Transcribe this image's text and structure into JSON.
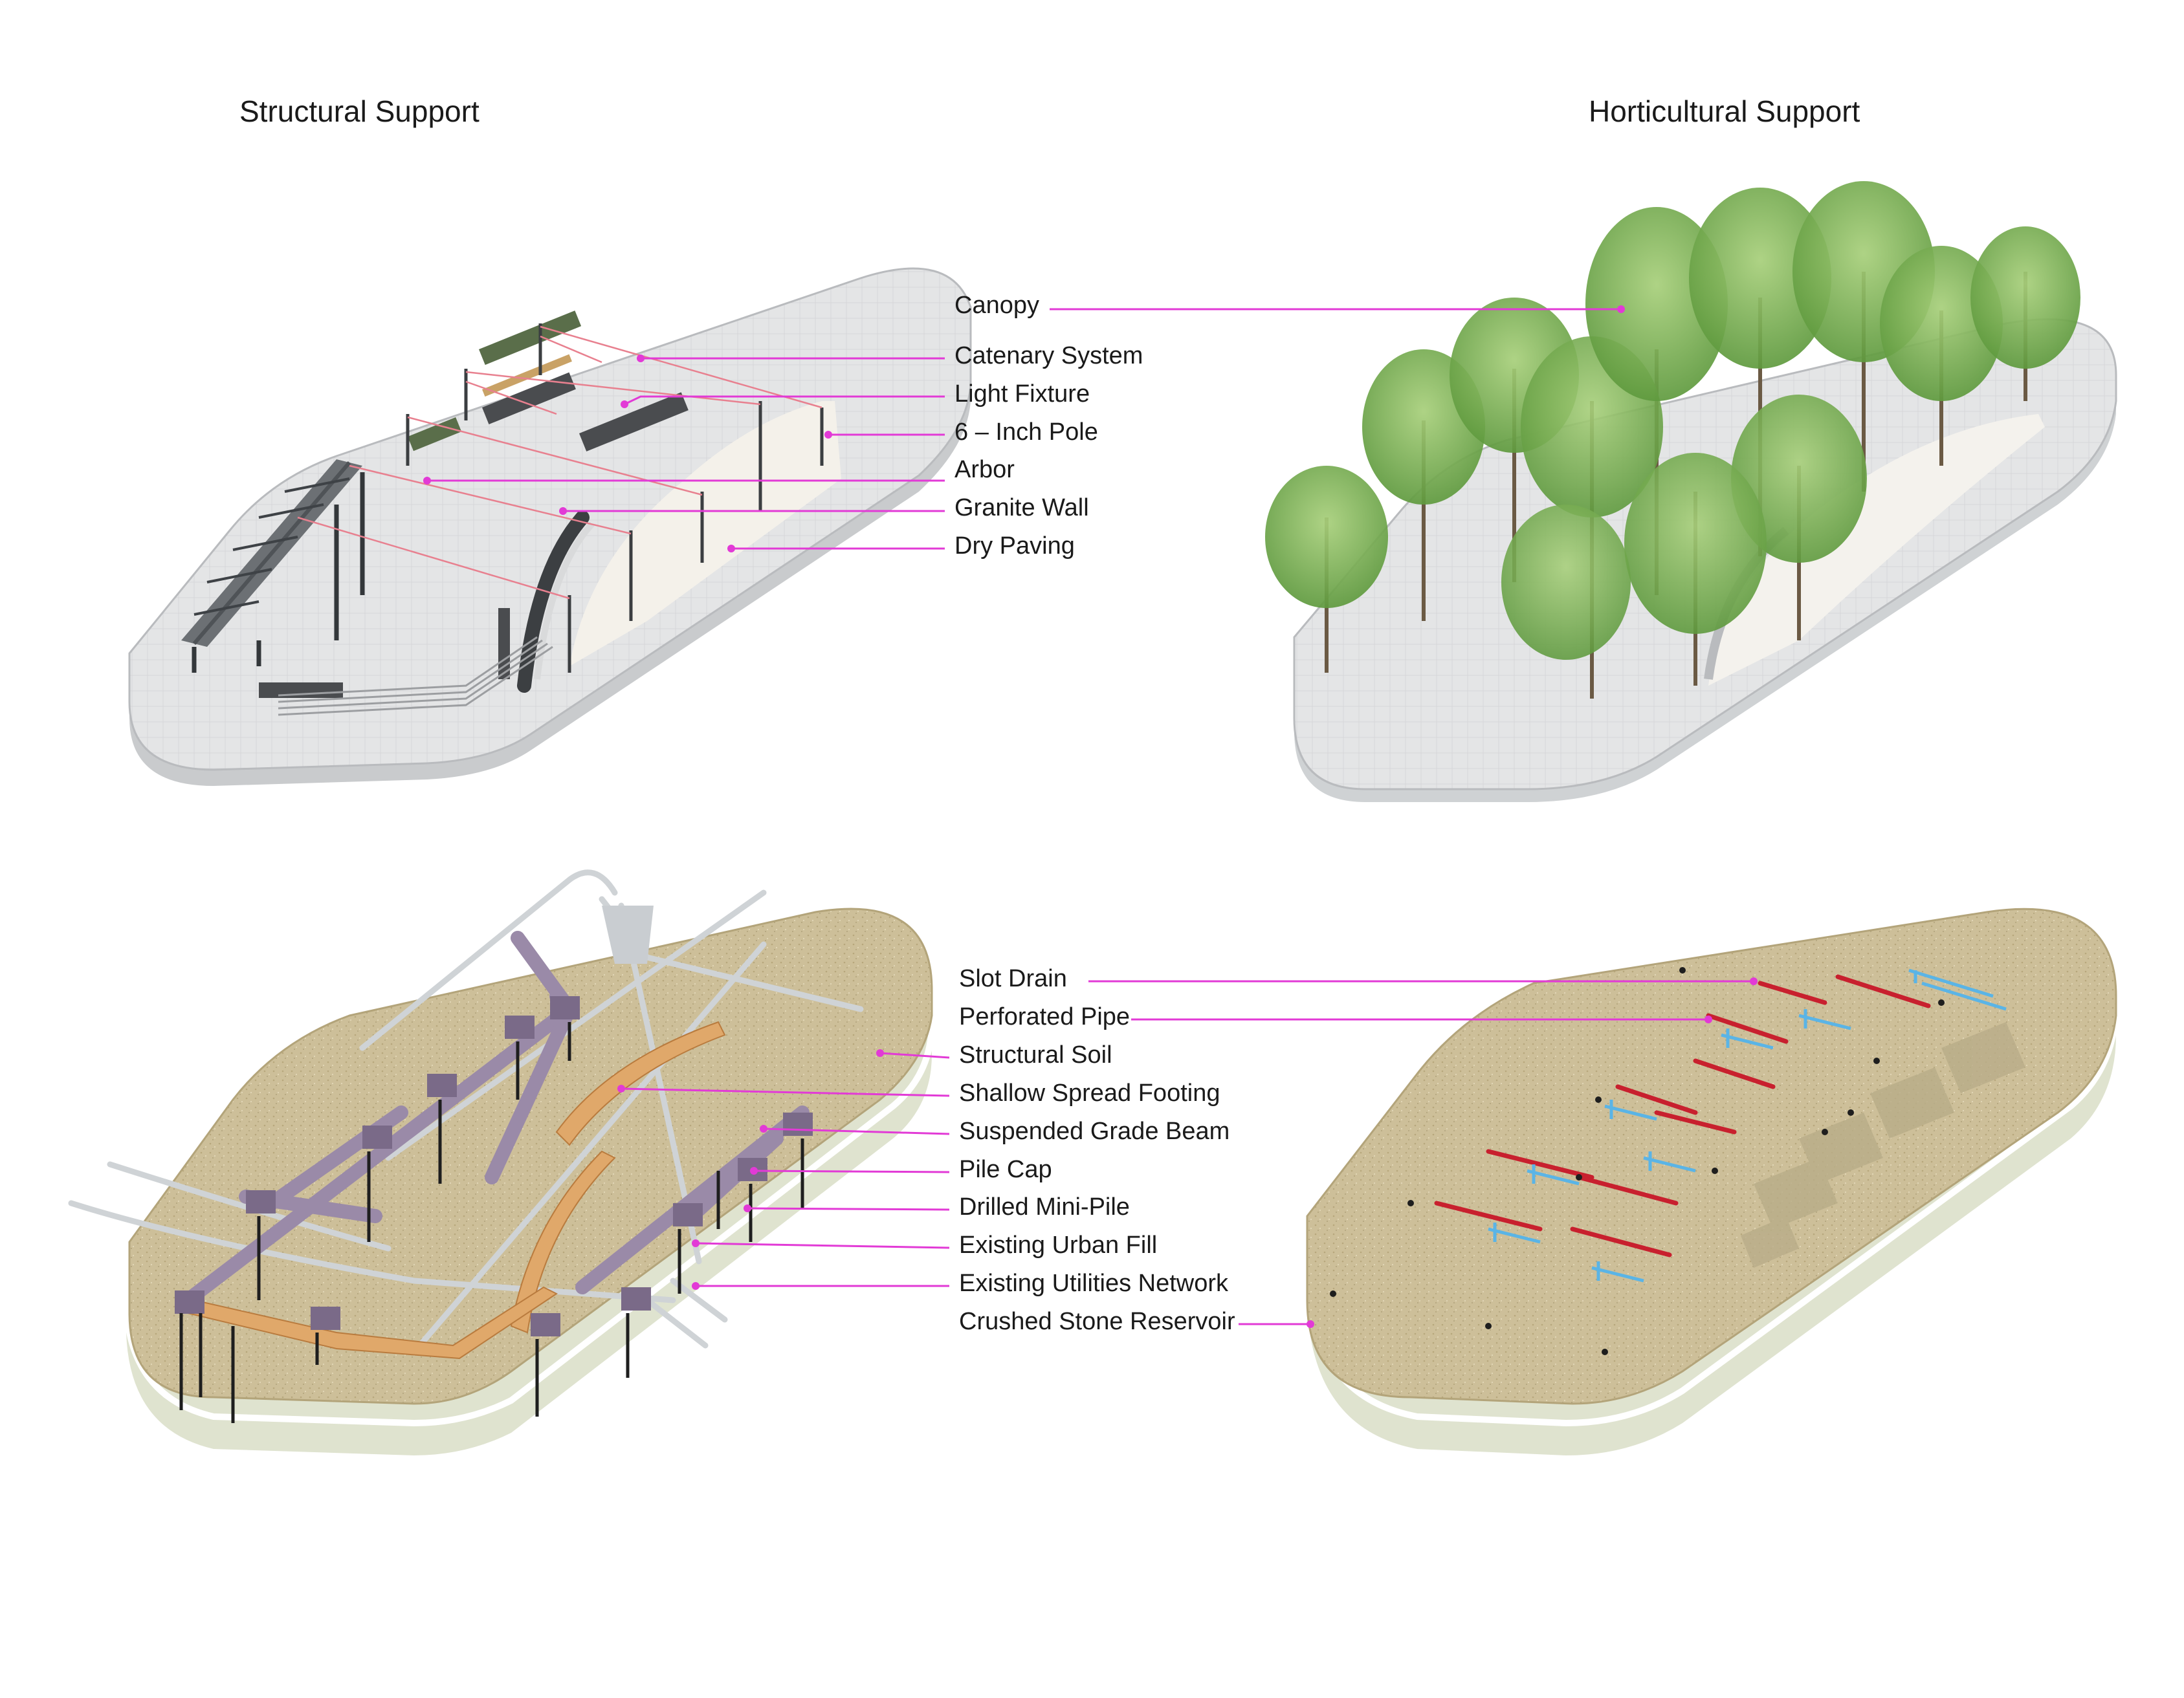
{
  "titles": {
    "left": "Structural Support",
    "right": "Horticultural Support"
  },
  "top_labels": [
    "Canopy",
    "Catenary System",
    "Light Fixture",
    "6 – Inch Pole",
    "Arbor",
    "Granite Wall",
    "Dry Paving"
  ],
  "bottom_labels": [
    "Slot Drain",
    "Perforated Pipe",
    "Structural Soil",
    "Shallow Spread Footing",
    "Suspended Grade Beam",
    "Pile Cap",
    "Drilled Mini-Pile",
    "Existing Urban Fill",
    "Existing Utilities Network",
    "Crushed Stone Reservoir"
  ],
  "colors": {
    "leader": "#e23ad6",
    "paving": "#e6e7e8",
    "soil": "#cbbd96",
    "fill_layer": "#dfe3cf",
    "grade_beam": "#9a8aa8",
    "footing": "#e0a86a",
    "slot_drain": "#c8202e",
    "perforated_pipe": "#5ab4e6",
    "tree": "#7fb054"
  }
}
